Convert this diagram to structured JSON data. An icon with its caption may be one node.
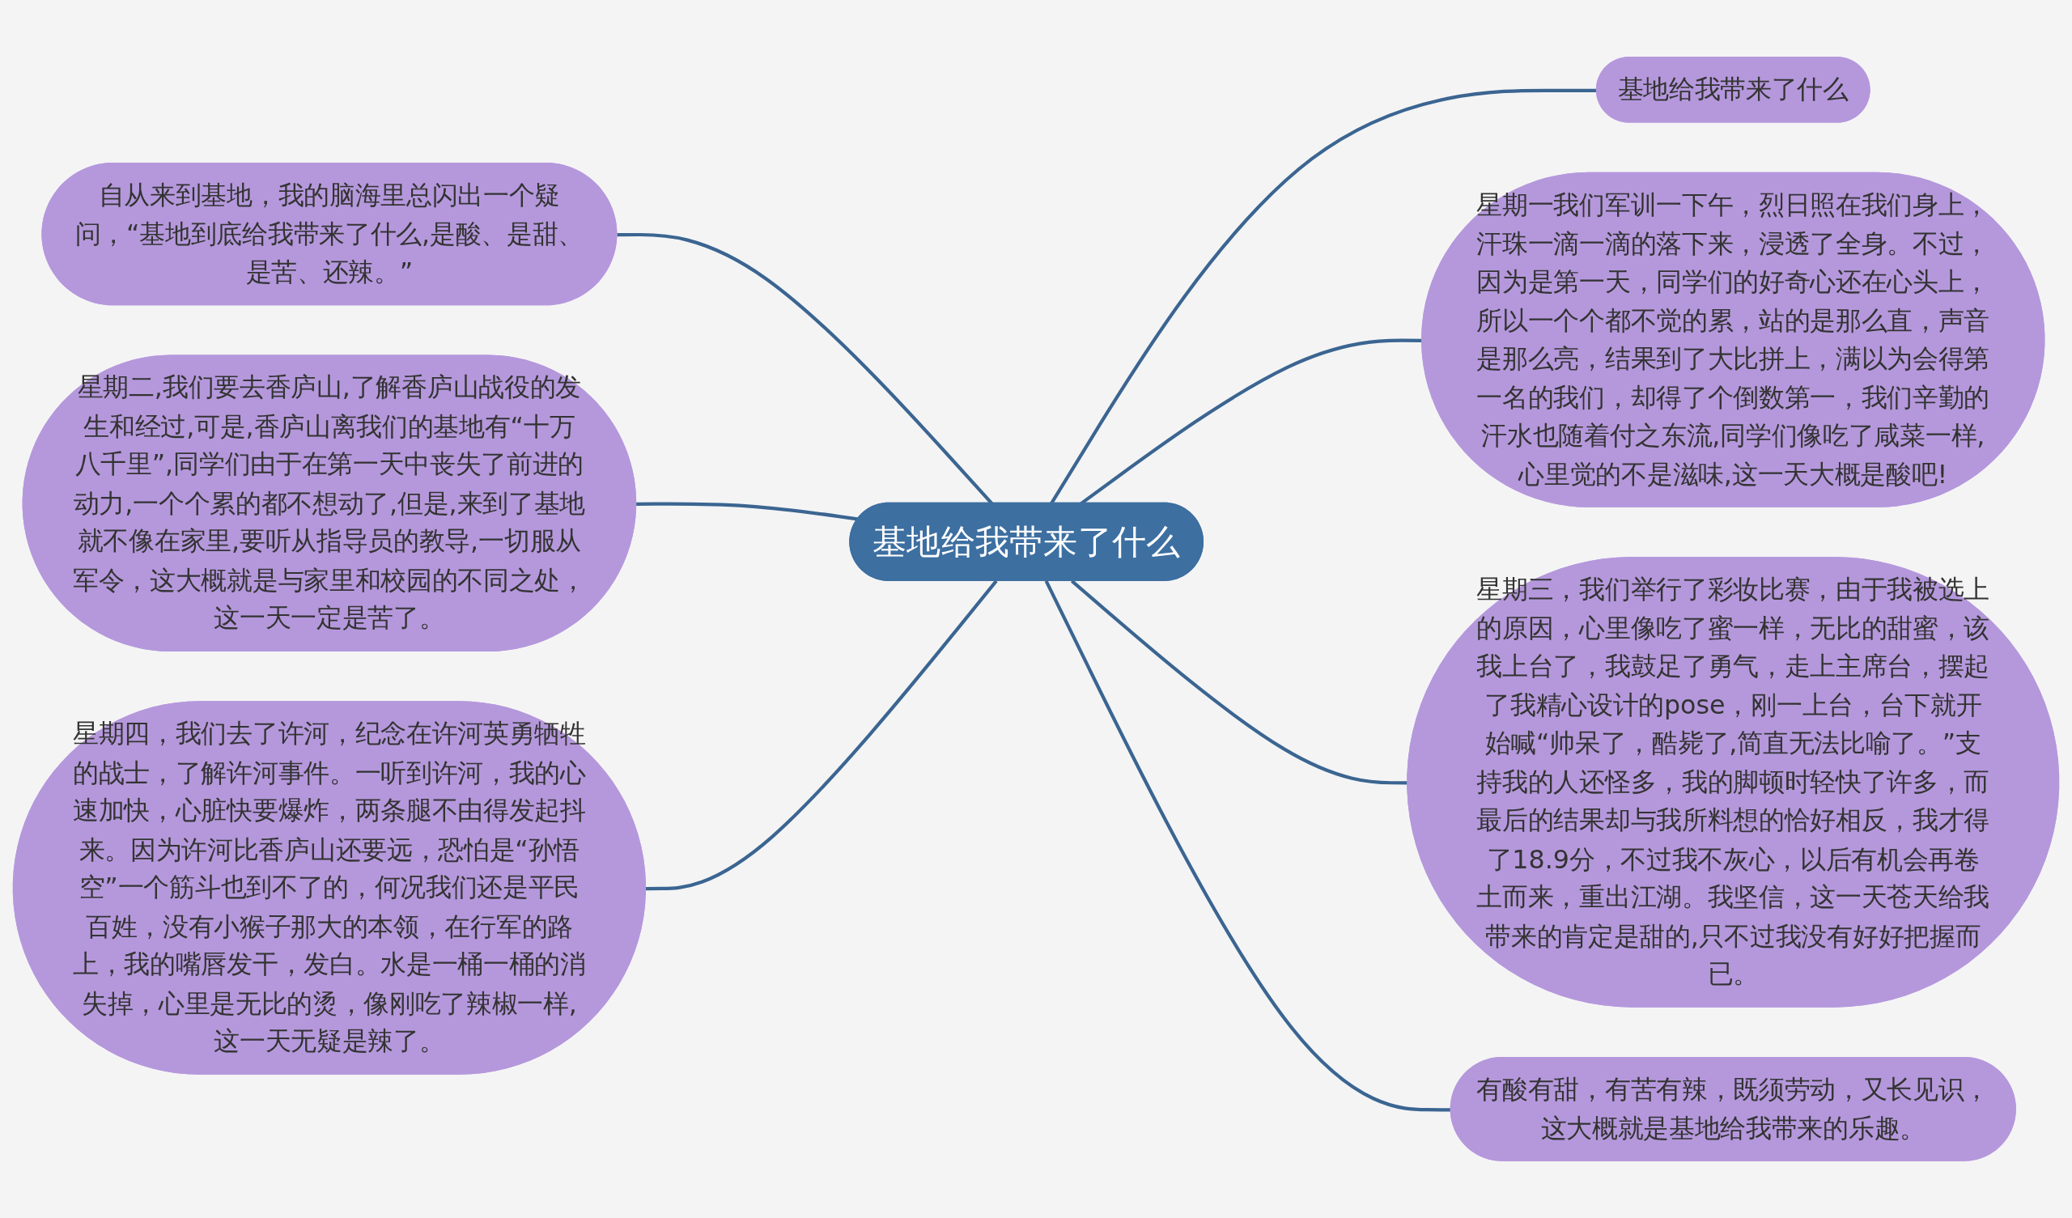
{
  "diagram": {
    "nodes": [
      {
        "text": [
          "基地给我带来了什么"
        ]
      },
      {
        "text": [
          "基地给我带来了什么"
        ]
      },
      {
        "text": [
          "星期一我们军训一下午，烈日照在我们身上，汗珠一滴一滴的落下来，浸透了全身。不过，因为是第一天，同学们的好奇心还在心头上，所以一个个都不觉的累，站的是那么直，声音是那么亮，结果到了大比拼上，满以为会得第一名的我们，却得了个倒数第一，我们辛勤的汗水也随着付之东流,同学们像吃了咸菜一样,心里觉的不是滋味,这一天大概是酸吧!"
        ]
      },
      {
        "text": [
          "星期三，我们举行了彩妆比赛，由于我被选上的原因，心里像吃了蜜一样，无比的甜蜜，该我上台了，我鼓足了勇气，走上主席台，摆起了我精心设计的pose，刚一上台，台下就开始喊“帅呆了，酷毙了,简直无法比喻了。”支持我的人还怪多，我的脚顿时轻快了许多，而最后的结果却与我所料想的恰好相反，我才得了18.9分，不过我不灰心，以后有机会再卷土而来，重出江湖。我坚信，这一天苍天给我带来的肯定是甜的,只不过我没有好好把握而已。"
        ]
      },
      {
        "text": [
          "有酸有甜，有苦有辣，既须劳动，又长见识，这大概就是基地给我带来的乐趣。"
        ]
      },
      {
        "text": [
          "自从来到基地，我的脑海里总闪出一个疑问，“基地到底给我带来了什么,是酸、是甜、是苦、还辣。”"
        ]
      },
      {
        "text": [
          "星期二,我们要去香庐山,了解香庐山战役的发生和经过,可是,香庐山离我们的基地有“十万八千里”,同学们由于在第一天中丧失了前进的动力,一个个累的都不想动了,但是,来到了基地就不像在家里,要听从指导员的教导,一切服从军令，这大概就是与家里和校园的不同之处，这一天一定是苦了。"
        ]
      },
      {
        "text": [
          "星期四，我们去了许河，纪念在许河英勇牺牲的战士，了解许河事件。一听到许河，我的心速加快，心脏快要爆炸，两条腿不由得发起抖来。因为许河比香庐山还要远，恐怕是“孙悟空”一个筋斗也到不了的，何况我们还是平民百姓，没有小猴子那大的本领，在行军的路上，我的嘴唇发干，发白。水是一桶一桶的消失掉，心里是无比的烫，像刚吃了辣椒一样,这一天无疑是辣了。"
        ]
      }
    ],
    "edges": [
      {
        "from": 0,
        "to": 1,
        "arrow": "none"
      },
      {
        "from": 0,
        "to": 2,
        "arrow": "none"
      },
      {
        "from": 0,
        "to": 3,
        "arrow": "none"
      },
      {
        "from": 0,
        "to": 4,
        "arrow": "none"
      },
      {
        "from": 0,
        "to": 5,
        "arrow": "none"
      },
      {
        "from": 0,
        "to": 6,
        "arrow": "none"
      },
      {
        "from": 0,
        "to": 7,
        "arrow": "none"
      }
    ]
  }
}
